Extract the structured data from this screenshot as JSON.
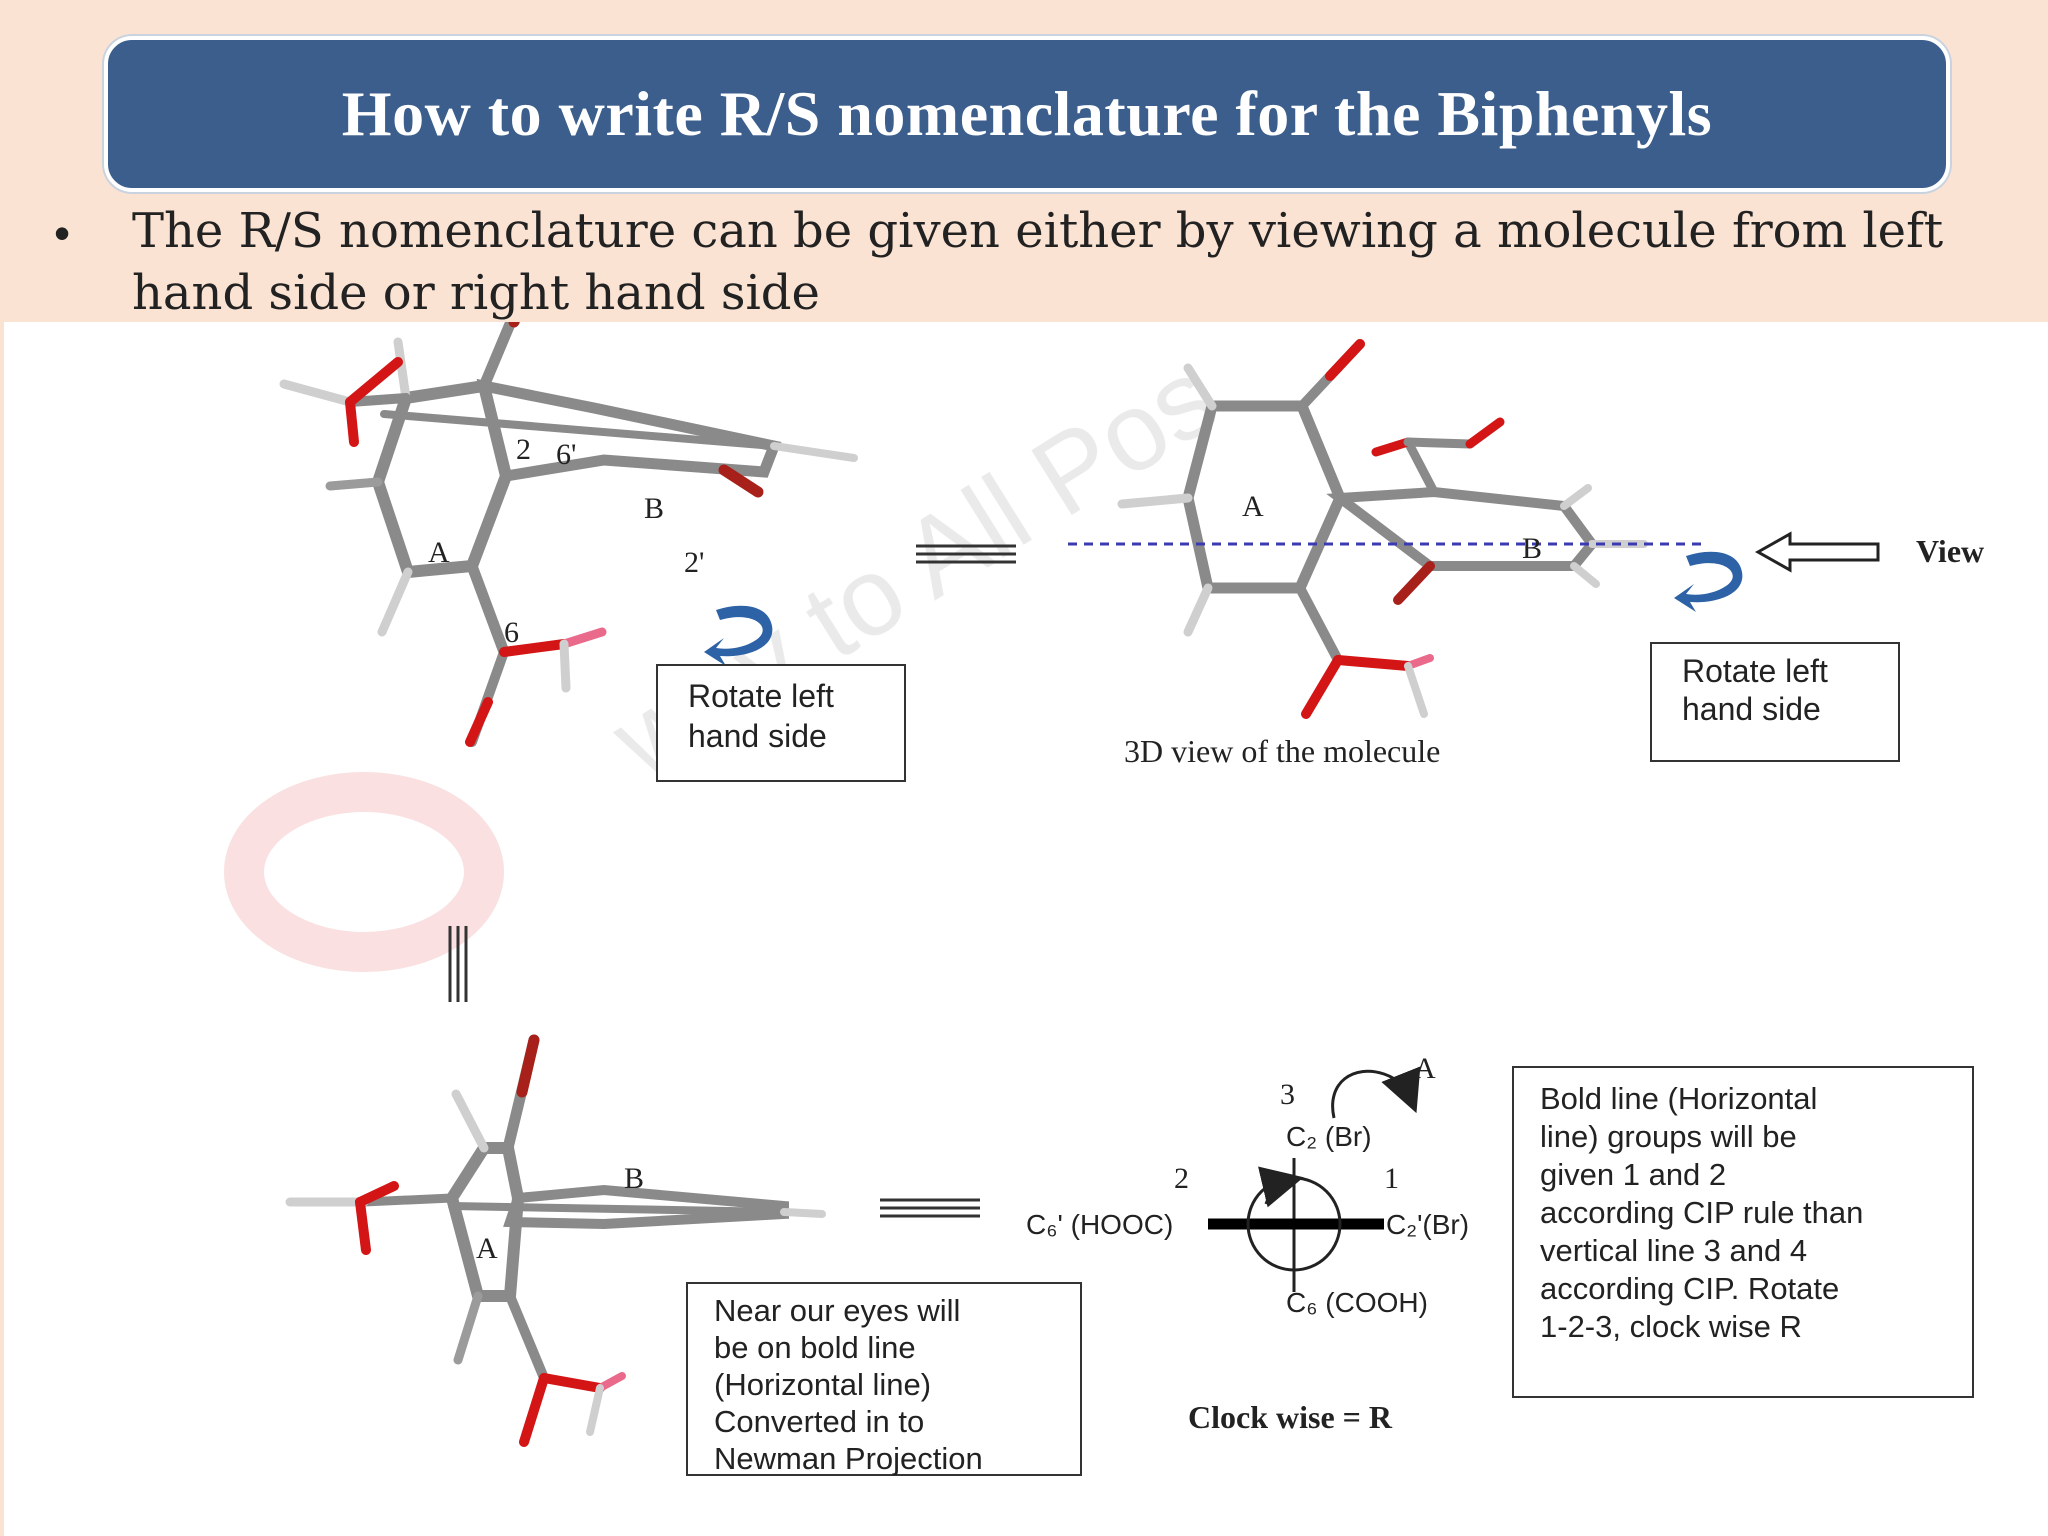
{
  "title": "How to write R/S nomenclature for the Biphenyls",
  "bullet": {
    "symbol": "•",
    "text": "The R/S nomenclature can be given either by viewing a molecule from left hand side or right hand side"
  },
  "molecule_top_left": {
    "labels": {
      "ring_a": "A",
      "ring_b": "B",
      "n2": "2",
      "n6p": "6'",
      "n2p": "2'",
      "n6": "6"
    }
  },
  "box_rotate_1": {
    "line1": "Rotate left",
    "line2": "hand side"
  },
  "equivalence_symbol": "≡",
  "molecule_3d": {
    "ring_a": "A",
    "ring_b": "B",
    "caption": "3D view of the molecule",
    "view_label": "View"
  },
  "box_rotate_2": {
    "line1": "Rotate left",
    "line2": "hand side"
  },
  "vertical_equivalence": "|||",
  "molecule_bottom": {
    "ring_a": "A",
    "ring_b": "B"
  },
  "box_near_eyes": {
    "lines": [
      "Near our eyes will",
      "be on bold line",
      "(Horizontal line)",
      "Converted in to",
      "Newman Projection"
    ]
  },
  "newman": {
    "num3": "3",
    "a_label": "A",
    "top_sub": "C₂ (Br)",
    "num2": "2",
    "num1": "1",
    "left_sub": "C₆' (HOOC)",
    "right_sub": "C₂'(Br)",
    "bottom_sub": "C₆ (COOH)",
    "result": "Clock wise = R"
  },
  "box_cip": {
    "lines": [
      "Bold line (Horizontal",
      "line) groups will be",
      "given 1 and 2",
      "according CIP rule than",
      "vertical line 3 and 4",
      "according CIP. Rotate",
      "1-2-3, clock wise R"
    ]
  },
  "colors": {
    "title_bg": "#3b5e8c",
    "slide_bg": "#fbe3d4",
    "bond_gray": "#8a8a8a",
    "oxygen_red": "#d41515",
    "bromine": "#a8201a",
    "arrow_blue": "#2d62a6"
  }
}
